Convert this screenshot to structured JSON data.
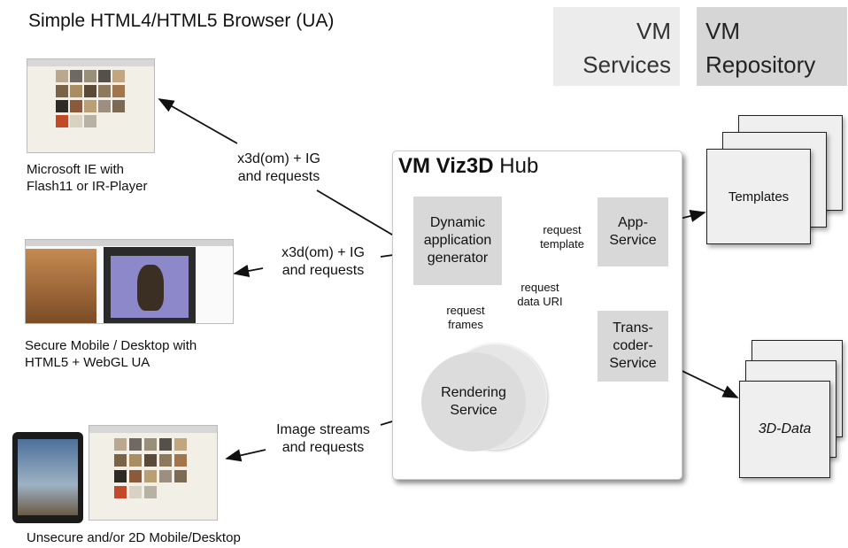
{
  "page": {
    "title": "Simple HTML4/HTML5 Browser (UA)"
  },
  "legend": {
    "services": "VM\nServices",
    "repository": "VM\nRepository"
  },
  "clients": {
    "ie": "Microsoft IE with\nFlash11 or IR-Player",
    "webgl": "Secure Mobile / Desktop with\nHTML5 + WebGL UA",
    "unsecure": "Unsecure and/or 2D Mobile/Desktop"
  },
  "flows": {
    "ie": "x3d(om) + IG\nand requests",
    "webgl": "x3d(om) + IG\nand requests",
    "image": "Image streams\nand requests",
    "request_template": "request\ntemplate",
    "request_data_uri": "request\ndata URI",
    "request_frames": "request\nframes"
  },
  "hub": {
    "title_bold": "VM Viz3D",
    "title_rest": " Hub"
  },
  "services": {
    "dynamic": "Dynamic\napplication\ngenerator",
    "app": "App-\nService",
    "transcoder": "Trans-\ncoder-\nService",
    "rendering": "Rendering\nService"
  },
  "repository": {
    "templates": "Templates",
    "data": "3D-Data"
  }
}
